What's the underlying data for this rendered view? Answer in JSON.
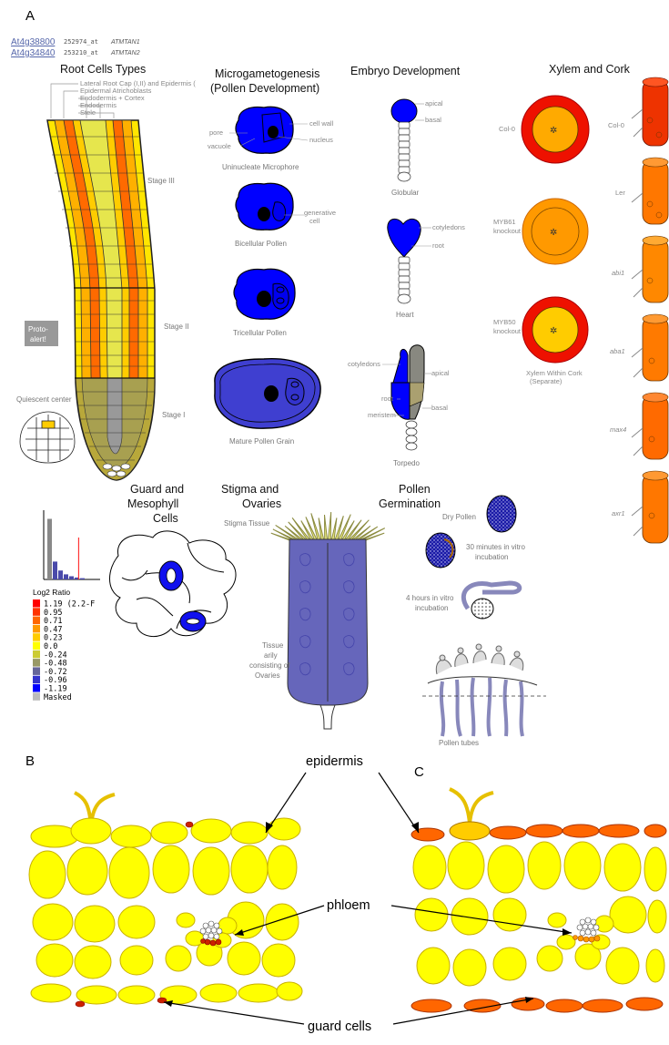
{
  "panel_labels": {
    "a": "A",
    "b": "B",
    "c": "C"
  },
  "genes": [
    {
      "id": "At4g38800",
      "probe": "252974_at",
      "name": "ATMTAN1"
    },
    {
      "id": "At4g34840",
      "probe": "253210_at",
      "name": "ATMTAN2"
    }
  ],
  "sections": {
    "root": "Root Cells Types",
    "micro1": "Microgametogenesis",
    "micro2": "(Pollen Development)",
    "embryo": "Embryo Development",
    "xylem": "Xylem and Cork",
    "guard1": "Guard and",
    "guard2": "Mesophyll",
    "guard3": "Cells",
    "stigma1": "Stigma and",
    "stigma2": "Ovaries",
    "germ1": "Pollen",
    "germ2": "Germination"
  },
  "root_labels": {
    "lrc": "Lateral Root Cap (I,II) and Epidermis (",
    "epi": "Epidermal Atrichoblasts",
    "endo_cortex": "Endodermis + Cortex",
    "endo": "Endodermis",
    "stele": "Stele",
    "stage3": "Stage III",
    "stage2": "Stage II",
    "stage1": "Stage I",
    "proto1": "Proto-",
    "proto2": "alert!",
    "qc": "Quiescent center"
  },
  "pollen_labels": {
    "pore": "pore",
    "vacuole": "vacuole",
    "wall": "cell wall",
    "nucleus": "nucleus",
    "uni": "Uninucleate Microphore",
    "gen1": "generative",
    "gen2": "cell",
    "bi": "Bicellular Pollen",
    "tri": "Tricellular Pollen",
    "mature": "Mature Pollen Grain"
  },
  "embryo_labels": {
    "apical": "apical",
    "basal": "basal",
    "globular": "Globular",
    "cotyledons": "cotyledons",
    "root": "root",
    "heart": "Heart",
    "cotyledons2": "cotyledons",
    "apical2": "apical",
    "root2": "root",
    "basal2": "basal",
    "meristem": "meristem",
    "torpedo": "Torpedo"
  },
  "xylem_labels": {
    "col0": "Col-0",
    "myb61a": "MYB61",
    "myb61b": "knockout",
    "myb50a": "MYB50",
    "myb50b": "knockout",
    "within1": "Xylem Within Cork",
    "within2": "(Separate)"
  },
  "cork_labels": [
    "Col-0",
    "Ler",
    "abi1",
    "aba1",
    "max4",
    "axr1"
  ],
  "stigma_labels": {
    "tissue": "Stigma Tissue",
    "ov1": "Tissue",
    "ov2": "arily",
    "ov3": "consisting of",
    "ov4": "Ovaries"
  },
  "germ_labels": {
    "dry": "Dry Pollen",
    "m30a": "30 minutes in vitro",
    "m30b": "incubation",
    "h4a": "4 hours in vitro",
    "h4b": "incubation",
    "bottom": "Pollen tubes"
  },
  "legend": {
    "title": "Log2 Ratio",
    "entries": [
      {
        "label": "1.19 (2.2-F",
        "color": "#ff0000"
      },
      {
        "label": "0.95",
        "color": "#ff3300"
      },
      {
        "label": "0.71",
        "color": "#ff6600"
      },
      {
        "label": "0.47",
        "color": "#ff9900"
      },
      {
        "label": "0.23",
        "color": "#ffcc00"
      },
      {
        "label": "0.0",
        "color": "#ffff00"
      },
      {
        "label": "-0.24",
        "color": "#cccc33"
      },
      {
        "label": "-0.48",
        "color": "#999966"
      },
      {
        "label": "-0.72",
        "color": "#666699"
      },
      {
        "label": "-0.96",
        "color": "#3333cc"
      },
      {
        "label": "-1.19",
        "color": "#0000ff"
      },
      {
        "label": "Masked",
        "color": "#bbbbbb"
      }
    ]
  },
  "histogram": {
    "bars": [
      0.95,
      0.28,
      0.14,
      0.08,
      0.05,
      0.03,
      0.02
    ],
    "marker": 0.62
  },
  "leaf_labels": {
    "epidermis": "epidermis",
    "phloem": "phloem",
    "guard": "guard cells"
  },
  "colors": {
    "expr_yellow": "#ffff00",
    "expr_orange": "#ff6600",
    "expr_red": "#ff0000",
    "expr_blue": "#0000ff",
    "leaf_b_guard": "#cc2200",
    "leaf_c_epidermis": "#ff6600"
  }
}
